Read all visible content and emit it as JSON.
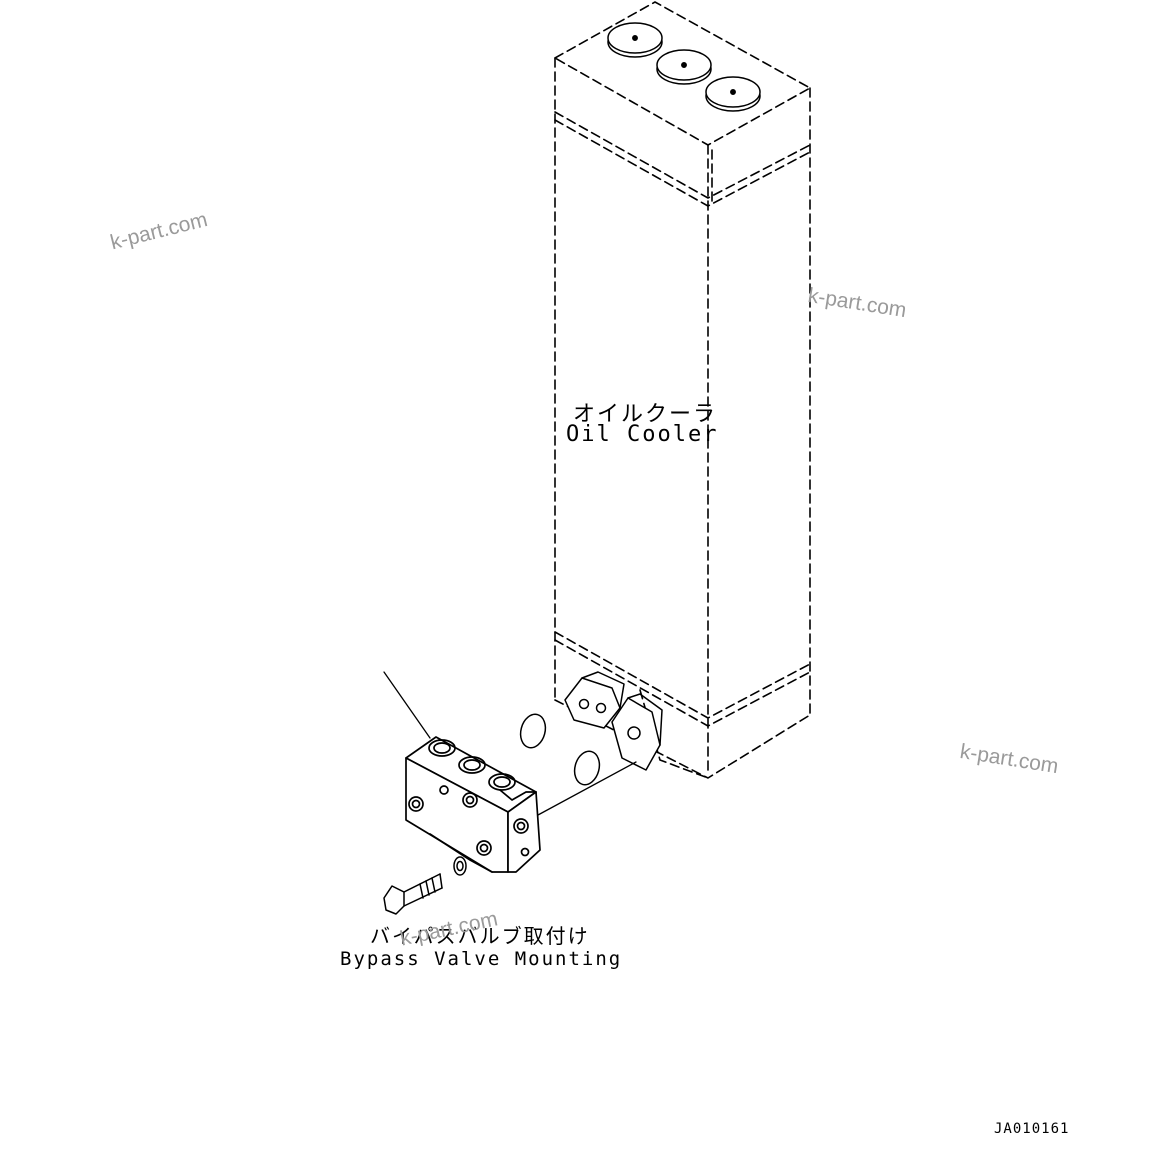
{
  "labels": {
    "oil_cooler_jp": "オイルクーラ",
    "oil_cooler_en": "Oil Cooler",
    "bypass_jp": "バイパスバルブ取付け",
    "bypass_en": "Bypass Valve Mounting",
    "drawing_code": "JA010161"
  },
  "watermarks": [
    "k-part.com",
    "k-part.com",
    "k-part.com",
    "k-part.com"
  ],
  "colors": {
    "line": "#000000",
    "watermark": "#9a9a9a",
    "background": "#ffffff"
  }
}
